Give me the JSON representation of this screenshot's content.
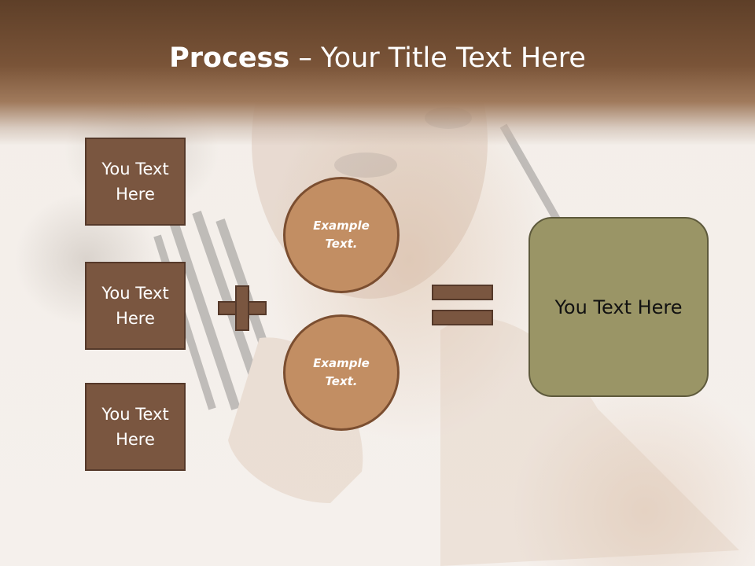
{
  "title": {
    "bold": "Process",
    "rest": " – Your Title Text Here"
  },
  "left_boxes": [
    {
      "text": "You Text Here"
    },
    {
      "text": "You Text Here"
    },
    {
      "text": "You Text Here"
    }
  ],
  "circles": [
    {
      "text": "Example Text."
    },
    {
      "text": "Example Text."
    }
  ],
  "result": {
    "text": "You Text Here"
  },
  "colors": {
    "header": "#6b4a31",
    "box_fill": "#7a5640",
    "circle_fill": "#c28e63",
    "result_fill": "#9a9566"
  }
}
